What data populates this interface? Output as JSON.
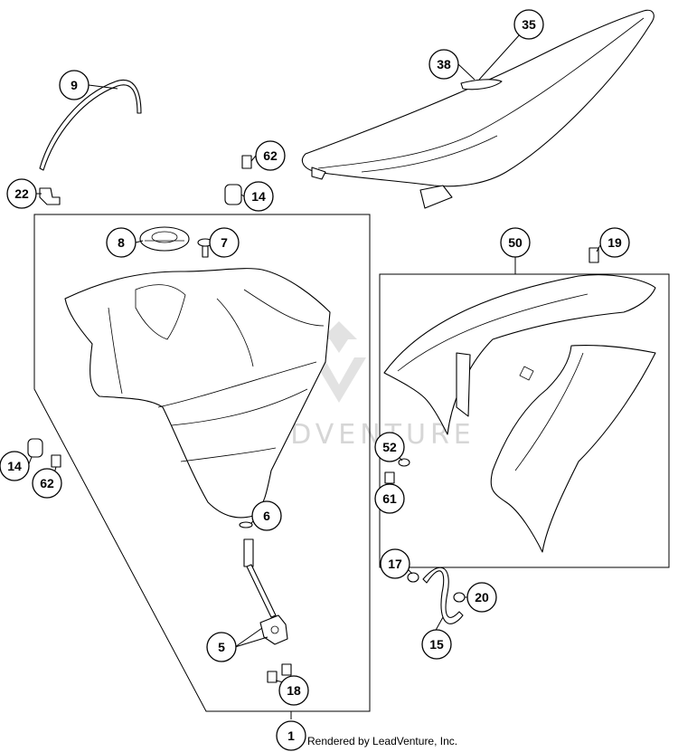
{
  "callouts": {
    "c35": "35",
    "c38": "38",
    "c9": "9",
    "c62a": "62",
    "c22": "22",
    "c14a": "14",
    "c8": "8",
    "c7": "7",
    "c50": "50",
    "c19": "19",
    "c14b": "14",
    "c62b": "62",
    "c52": "52",
    "c61": "61",
    "c6": "6",
    "c17": "17",
    "c20": "20",
    "c5": "5",
    "c15": "15",
    "c18": "18",
    "c1": "1"
  },
  "watermark": "LEADVENTURE",
  "footer": {
    "credit": "Rendered by LeadVenture, Inc."
  }
}
